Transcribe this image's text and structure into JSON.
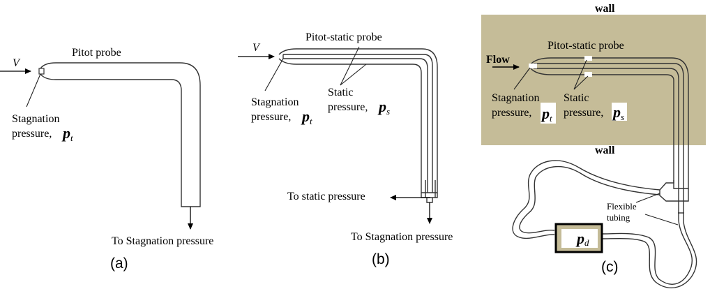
{
  "colors": {
    "wall_fill": "#c5bc98",
    "line": "#333333",
    "text": "#000000"
  },
  "panel_a": {
    "flow_symbol": "V",
    "probe_label": "Pitot probe",
    "stagnation_label_1": "Stagnation",
    "stagnation_label_2": "pressure,",
    "pt_symbol": "p",
    "pt_sub": "t",
    "outlet_label": "To Stagnation pressure",
    "caption": "(a)"
  },
  "panel_b": {
    "flow_symbol": "V",
    "probe_label": "Pitot-static probe",
    "stagnation_label_1": "Stagnation",
    "stagnation_label_2": "pressure,",
    "pt_symbol": "p",
    "pt_sub": "t",
    "static_label_1": "Static",
    "static_label_2": "pressure,",
    "ps_symbol": "p",
    "ps_sub": "s",
    "static_outlet_label": "To static pressure",
    "stagnation_outlet_label": "To Stagnation pressure",
    "caption": "(b)"
  },
  "panel_c": {
    "wall_top": "wall",
    "wall_bottom": "wall",
    "flow_label": "Flow",
    "probe_label": "Pitot-static probe",
    "stagnation_label_1": "Stagnation",
    "stagnation_label_2": "pressure,",
    "pt_symbol": "p",
    "pt_sub": "t",
    "static_label_1": "Static",
    "static_label_2": "pressure,",
    "ps_symbol": "p",
    "ps_sub": "s",
    "tubing_label_1": "Flexible",
    "tubing_label_2": "tubing",
    "gauge_symbol": "p",
    "gauge_sub": "d",
    "caption": "(c)"
  }
}
